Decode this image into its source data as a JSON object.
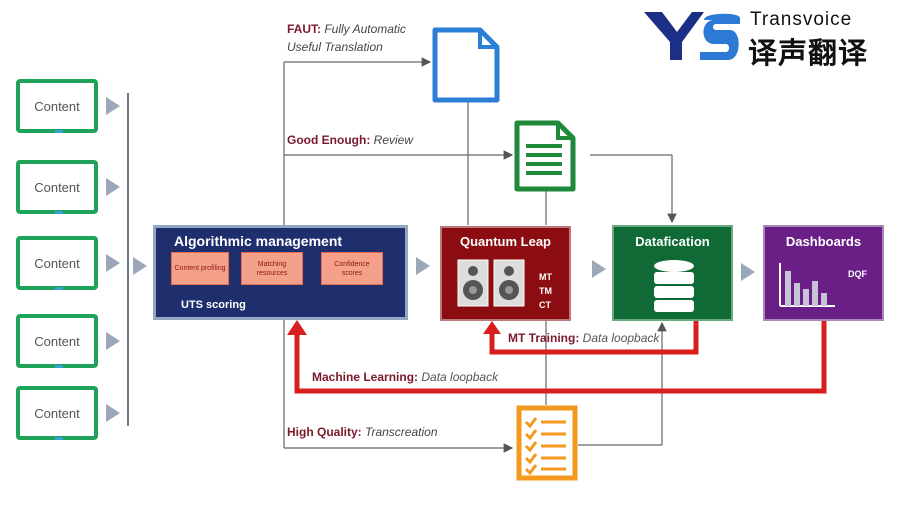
{
  "logo": {
    "brand": "Transvoice",
    "chinese": "译声翻译",
    "mark": "YS"
  },
  "content_items": [
    "Content",
    "Content",
    "Content",
    "Content",
    "Content"
  ],
  "algorithmic": {
    "title": "Algorithmic management",
    "subboxes": [
      "Content profiling",
      "Matching resources",
      "Confidence scores"
    ],
    "footer": "UTS scoring"
  },
  "quantum": {
    "title": "Quantum Leap",
    "labels": [
      "MT",
      "TM",
      "CT"
    ]
  },
  "datafication": {
    "title": "Datafication"
  },
  "dashboards": {
    "title": "Dashboards",
    "badge": "DQF"
  },
  "flows": {
    "faut": {
      "key": "FAUT:",
      "text": "Fully Automatic",
      "text2": "Useful Translation"
    },
    "good": {
      "key": "Good Enough:",
      "text": "Review"
    },
    "mt": {
      "key": "MT Training:",
      "text": "Data loopback"
    },
    "ml": {
      "key": "Machine Learning:",
      "text": "Data loopback"
    },
    "hq": {
      "key": "High Quality:",
      "text": "Transcreation"
    }
  },
  "colors": {
    "content_border": "#1fa35a",
    "algorithmic": "#1f2f6e",
    "quantum": "#8b0d12",
    "datafication": "#0f6a35",
    "dashboards": "#6a1f86",
    "loopback_arrow": "#d81e1e",
    "doc_blue": "#2b7fd4",
    "doc_green": "#1e8a3a",
    "doc_orange": "#f39a1e"
  },
  "icons": [
    "document-icon",
    "text-document-icon",
    "checklist-icon",
    "speaker-icon",
    "database-icon",
    "bar-chart-icon"
  ]
}
